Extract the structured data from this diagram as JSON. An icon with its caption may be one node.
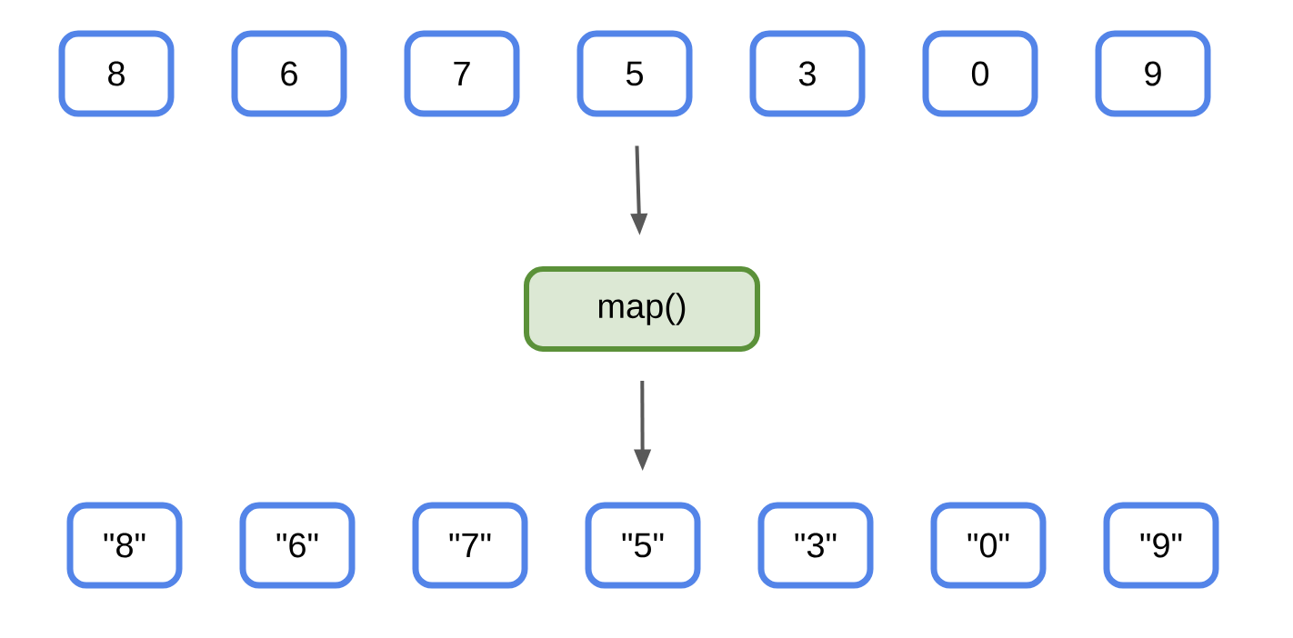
{
  "diagram": {
    "nodes": [
      {
        "text": [
          "8"
        ]
      },
      {
        "text": [
          "6"
        ]
      },
      {
        "text": [
          "7"
        ]
      },
      {
        "text": [
          "5"
        ]
      },
      {
        "text": [
          "3"
        ]
      },
      {
        "text": [
          "0"
        ]
      },
      {
        "text": [
          "9"
        ]
      },
      {
        "text": [
          "map()"
        ]
      },
      {
        "text": [
          "\"8\""
        ]
      },
      {
        "text": [
          "\"6\""
        ]
      },
      {
        "text": [
          "\"7\""
        ]
      },
      {
        "text": [
          "\"5\""
        ]
      },
      {
        "text": [
          "\"3\""
        ]
      },
      {
        "text": [
          "\"0\""
        ]
      },
      {
        "text": [
          "\"9\""
        ]
      }
    ],
    "edges": [
      {
        "from": 3,
        "to": 7,
        "arrow": "to"
      },
      {
        "from": 7,
        "to": 11,
        "arrow": "to"
      }
    ]
  }
}
